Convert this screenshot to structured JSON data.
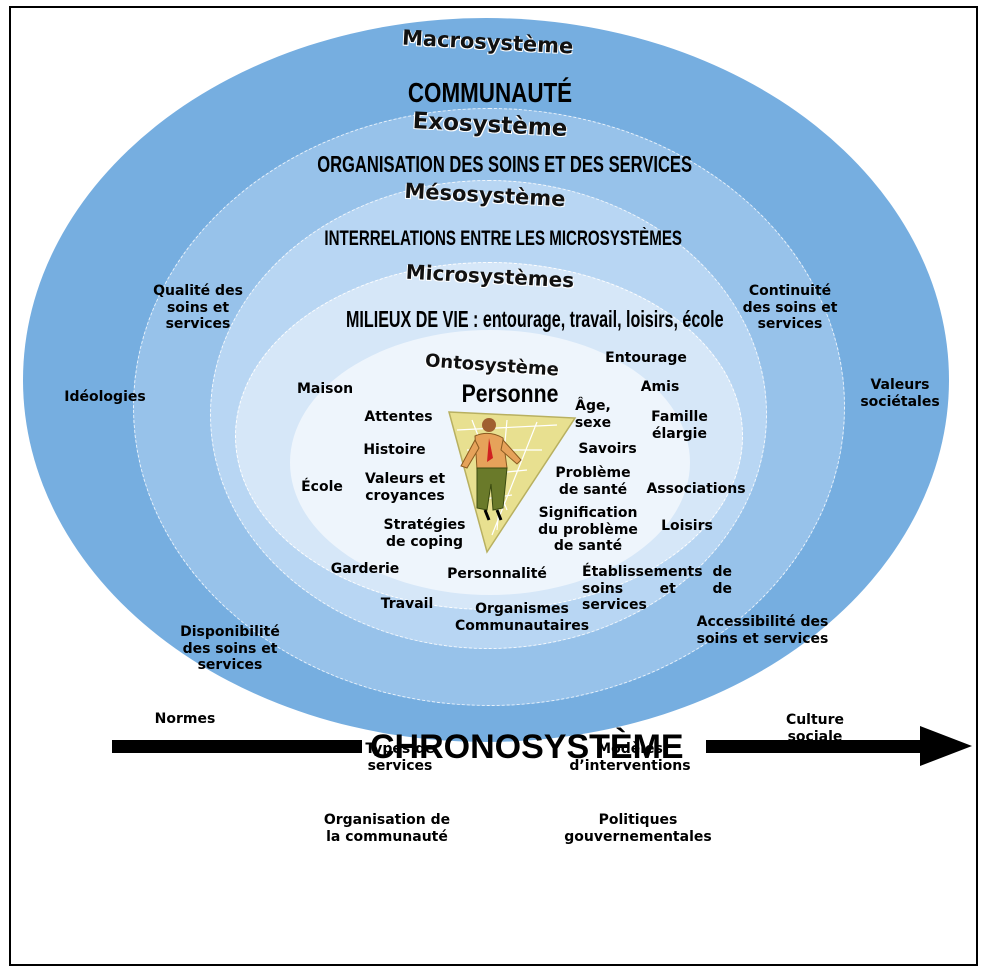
{
  "rings": {
    "macro": {
      "name": "Macrosystème",
      "title": "COMMUNAUTÉ",
      "color": "#76aee0"
    },
    "exo": {
      "name": "Exosystème",
      "title": "ORGANISATION DES SOINS ET DES SERVICES",
      "color": "#97c2ea"
    },
    "meso": {
      "name": "Mésosystème",
      "title": "INTERRELATIONS ENTRE LES MICROSYSTÈMES",
      "color": "#b8d6f3"
    },
    "micro": {
      "name": "Microsystèmes",
      "title": "MILIEUX DE VIE : entourage, travail, loisirs, école",
      "color": "#d6e7f8"
    },
    "onto": {
      "name": "Ontosystème",
      "title": "Personne",
      "color": "#eef5fc"
    }
  },
  "macro_items": [
    "Idéologies",
    "Valeurs sociétales",
    "Normes",
    "Culture sociale"
  ],
  "exo_items": [
    "Qualité des soins et services",
    "Continuité des soins et services",
    "Disponibilité des soins et services",
    "Accessibilité des soins et services",
    "Types de services",
    "Modèles d’interventions",
    "Organisation de la communauté",
    "Politiques gouvernementales"
  ],
  "micro_items": [
    "Maison",
    "Entourage",
    "Amis",
    "Famille élargie",
    "École",
    "Associations",
    "Loisirs",
    "Garderie",
    "Établissements de soins et de services",
    "Travail",
    "Organismes Communautaires"
  ],
  "person_items": [
    "Attentes",
    "Histoire",
    "Valeurs et croyances",
    "Stratégies de coping",
    "Âge, sexe",
    "Savoirs",
    "Problème de santé",
    "Signification du problème de santé",
    "Personnalité"
  ],
  "chrono": "CHRONOSYSTÈME"
}
